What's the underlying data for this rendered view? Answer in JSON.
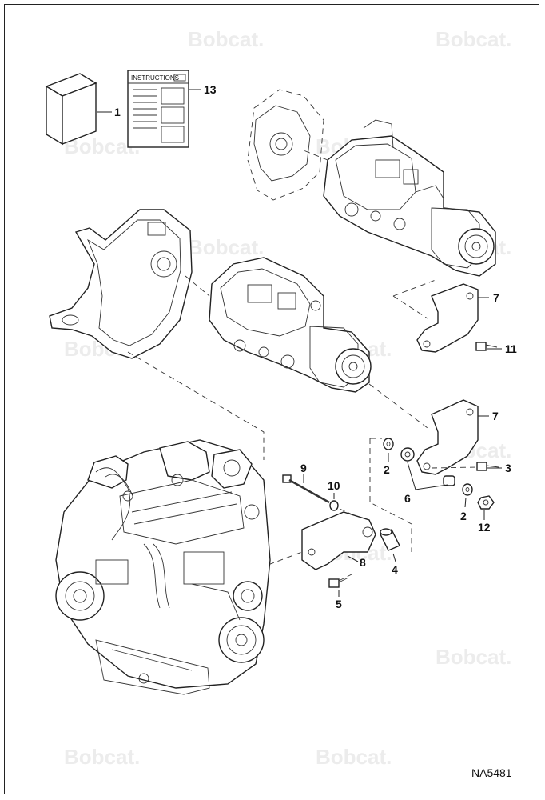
{
  "watermark": {
    "brand": "Bobcat."
  },
  "instructions_sheet": {
    "label": "INSTRUCTIONS"
  },
  "callouts": [
    {
      "id": "c1",
      "text": "1"
    },
    {
      "id": "c13",
      "text": "13"
    },
    {
      "id": "c7a",
      "text": "7"
    },
    {
      "id": "c11",
      "text": "11"
    },
    {
      "id": "c7b",
      "text": "7"
    },
    {
      "id": "c9",
      "text": "9"
    },
    {
      "id": "c10",
      "text": "10"
    },
    {
      "id": "c2a",
      "text": "2"
    },
    {
      "id": "c3",
      "text": "3"
    },
    {
      "id": "c6",
      "text": "6"
    },
    {
      "id": "c2b",
      "text": "2"
    },
    {
      "id": "c12",
      "text": "12"
    },
    {
      "id": "c8",
      "text": "8"
    },
    {
      "id": "c4",
      "text": "4"
    },
    {
      "id": "c5",
      "text": "5"
    }
  ],
  "figure_ref": "NA5481"
}
